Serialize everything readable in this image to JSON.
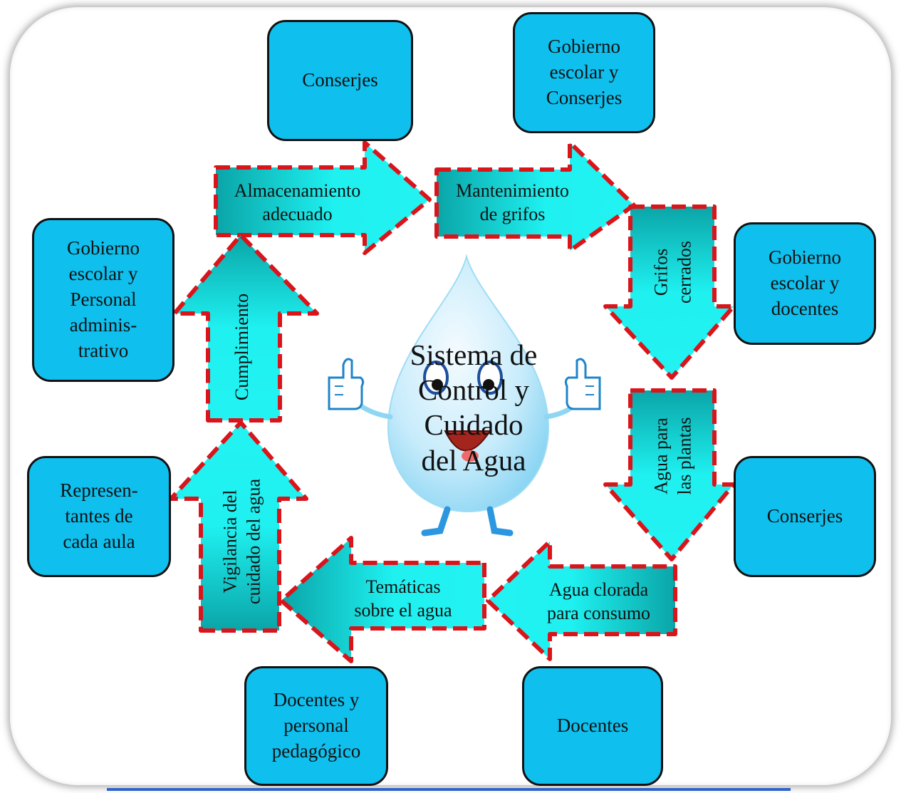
{
  "center": {
    "title": "Sistema de\nControl y\nCuidado\ndel Agua"
  },
  "actors": {
    "top_left": "Conserjes",
    "top_right": "Gobierno\nescolar y\nConserjes",
    "right_upper": "Gobierno\nescolar y\ndocentes",
    "right_lower": "Conserjes",
    "bottom_right": "Docentes",
    "bottom_left": "Docentes y\npersonal\npedagógico",
    "left_lower": "Represen-\ntantes de\ncada aula",
    "left_upper": "Gobierno\nescolar y\nPersonal\nadminis-\ntrativo"
  },
  "steps": {
    "almacenamiento": "Almacenamiento\nadecuado",
    "mantenimiento": "Mantenimiento\nde grifos",
    "grifos": "Grifos\ncerrados",
    "plantas": "Agua para\nlas plantas",
    "clorada": "Agua clorada\npara consumo",
    "tematicas": "Temáticas\nsobre el agua",
    "vigilancia": "Vigilancia del\ncuidado del agua",
    "cumplimiento": "Cumplimiento"
  },
  "colors": {
    "actor_fill": "#0fc0ee",
    "arrow_fill": "#1ff0f0",
    "arrow_dark": "#0aa5a8",
    "dash": "#d9141a",
    "drop_light": "#e6f7ff",
    "drop_dark": "#86d3f2"
  },
  "icons": [
    "water-drop-mascot-icon",
    "thumbs-up-left-icon",
    "thumbs-up-right-icon"
  ]
}
